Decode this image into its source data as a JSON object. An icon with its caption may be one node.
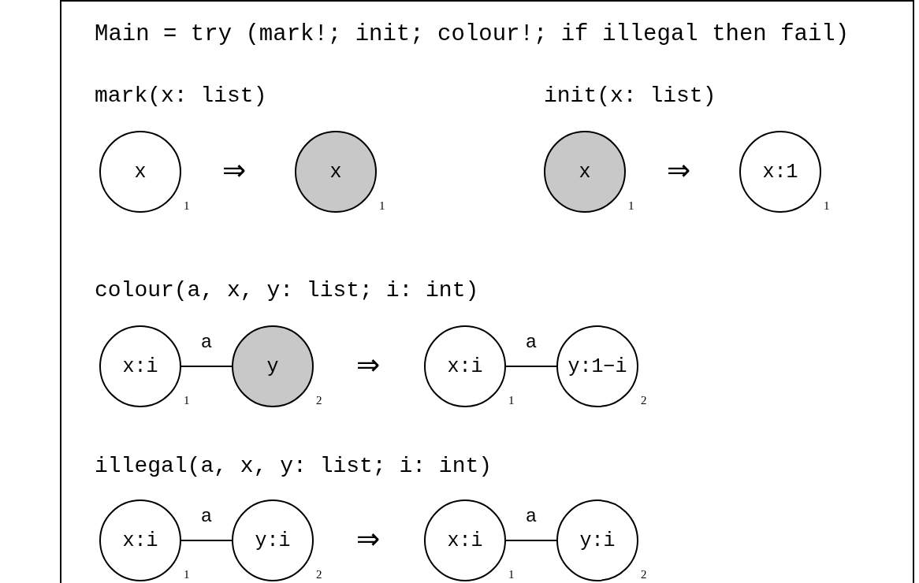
{
  "diagram": {
    "title": "Main = try (mark!; init; colour!; if illegal then fail)",
    "nodes": [
      {
        "text": [
          "x"
        ],
        "beside": [
          "1"
        ]
      },
      {
        "text": [
          "x"
        ],
        "beside": [
          "1"
        ]
      },
      {
        "text": [
          "x"
        ],
        "beside": [
          "1"
        ]
      },
      {
        "text": [
          "x:1"
        ],
        "beside": [
          "1"
        ]
      },
      {
        "text": [
          "x:i"
        ],
        "beside": [
          "1"
        ]
      },
      {
        "text": [
          "y"
        ],
        "beside": [
          "2"
        ]
      },
      {
        "text": [
          "x:i"
        ],
        "beside": [
          "1"
        ]
      },
      {
        "text": [
          "y:1−i"
        ],
        "beside": [
          "2"
        ]
      },
      {
        "text": [
          "x:i"
        ],
        "beside": [
          "1"
        ]
      },
      {
        "text": [
          "y:i"
        ],
        "beside": [
          "2"
        ]
      },
      {
        "text": [
          "x:i"
        ],
        "beside": [
          "1"
        ]
      },
      {
        "text": [
          "y:i"
        ],
        "beside": [
          "2"
        ]
      }
    ],
    "edges": [
      {
        "from": 4,
        "to": 5,
        "arrow": "none",
        "label": "a"
      },
      {
        "from": 6,
        "to": 7,
        "arrow": "none",
        "label": "a"
      },
      {
        "from": 8,
        "to": 9,
        "arrow": "none",
        "label": "a"
      },
      {
        "from": 10,
        "to": 11,
        "arrow": "none",
        "label": "a"
      }
    ],
    "labels": [
      "mark(x: list)",
      "init(x: list)",
      "⇒",
      "⇒",
      "colour(a, x, y: list; i: int)",
      "⇒",
      "illegal(a, x, y: list; i: int)",
      "⇒"
    ]
  }
}
